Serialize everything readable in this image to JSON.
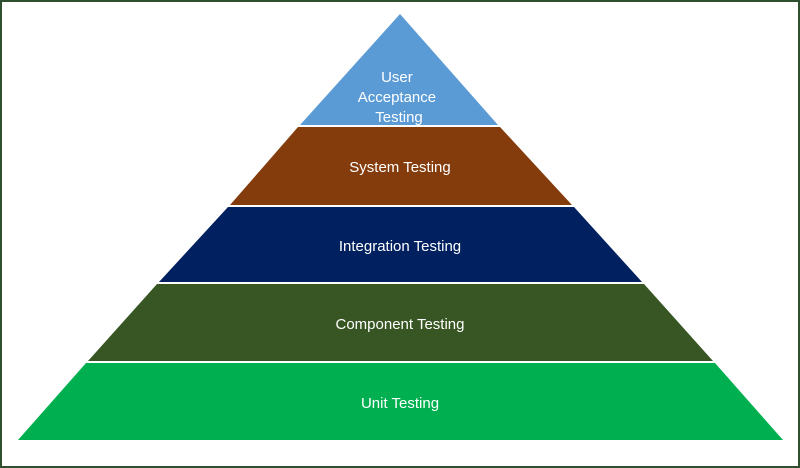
{
  "diagram": {
    "type": "pyramid",
    "layers": [
      {
        "id": "user-acceptance",
        "lines": [
          "User",
          "Acceptance",
          "Testing"
        ],
        "color": "#5b9bd5"
      },
      {
        "id": "system",
        "lines": [
          "System Testing"
        ],
        "color": "#843c0c"
      },
      {
        "id": "integration",
        "lines": [
          "Integration Testing"
        ],
        "color": "#002060"
      },
      {
        "id": "component",
        "lines": [
          "Component Testing"
        ],
        "color": "#375623"
      },
      {
        "id": "unit",
        "lines": [
          "Unit Testing"
        ],
        "color": "#00b050"
      }
    ],
    "border_color": "#2f4f2f"
  }
}
